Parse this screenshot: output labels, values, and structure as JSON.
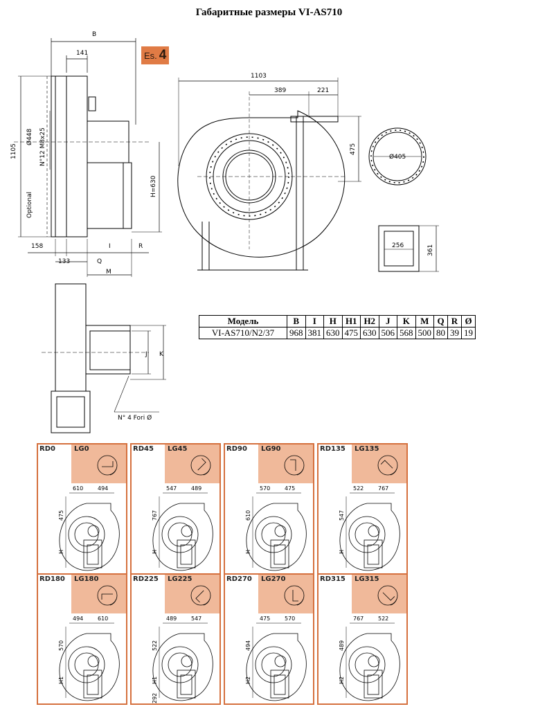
{
  "title": "Габаритные размеры VI-AS710",
  "badge": {
    "prefix": "Es.",
    "number": "4"
  },
  "drawing_labels": {
    "B": "B",
    "d141": "141",
    "d1105": "1105",
    "d448": "Ø448",
    "bolts": "N°12 M8x25",
    "optional": "Optional",
    "H630": "H=630",
    "d158": "158",
    "d133": "133",
    "I": "I",
    "R": "R",
    "Q": "Q",
    "M": "M",
    "d1103": "1103",
    "d389": "389",
    "d221": "221",
    "d475": "475",
    "d405": "Ø405",
    "d256": "256",
    "d361": "361",
    "J": "J",
    "K": "K",
    "holes": "N° 4 Fori Ø"
  },
  "table": {
    "headers": [
      "Модель",
      "B",
      "I",
      "H",
      "H1",
      "H2",
      "J",
      "K",
      "M",
      "Q",
      "R",
      "Ø"
    ],
    "row": [
      "VI-AS710/N2/37",
      "968",
      "381",
      "630",
      "475",
      "630",
      "506",
      "568",
      "500",
      "80",
      "39",
      "19"
    ]
  },
  "panels": [
    {
      "rd": "RD0",
      "lg": "LG0",
      "d1": "610",
      "d2": "494",
      "dv": "475",
      "hv": "H"
    },
    {
      "rd": "RD45",
      "lg": "LG45",
      "d1": "547",
      "d2": "489",
      "dv": "767",
      "hv": "H"
    },
    {
      "rd": "RD90",
      "lg": "LG90",
      "d1": "570",
      "d2": "475",
      "dv": "610",
      "hv": "H"
    },
    {
      "rd": "RD135",
      "lg": "LG135",
      "d1": "522",
      "d2": "767",
      "dv": "547",
      "hv": "H"
    },
    {
      "rd": "RD180",
      "lg": "LG180",
      "d1": "494",
      "d2": "610",
      "dv": "570",
      "hv": "H1"
    },
    {
      "rd": "RD225",
      "lg": "LG225",
      "d1": "489",
      "d2": "547",
      "dv": "522",
      "hv": "H1",
      "extra": "292"
    },
    {
      "rd": "RD270",
      "lg": "LG270",
      "d1": "475",
      "d2": "570",
      "dv": "494",
      "hv": "H2"
    },
    {
      "rd": "RD315",
      "lg": "LG315",
      "d1": "767",
      "d2": "522",
      "dv": "489",
      "hv": "H2"
    }
  ]
}
